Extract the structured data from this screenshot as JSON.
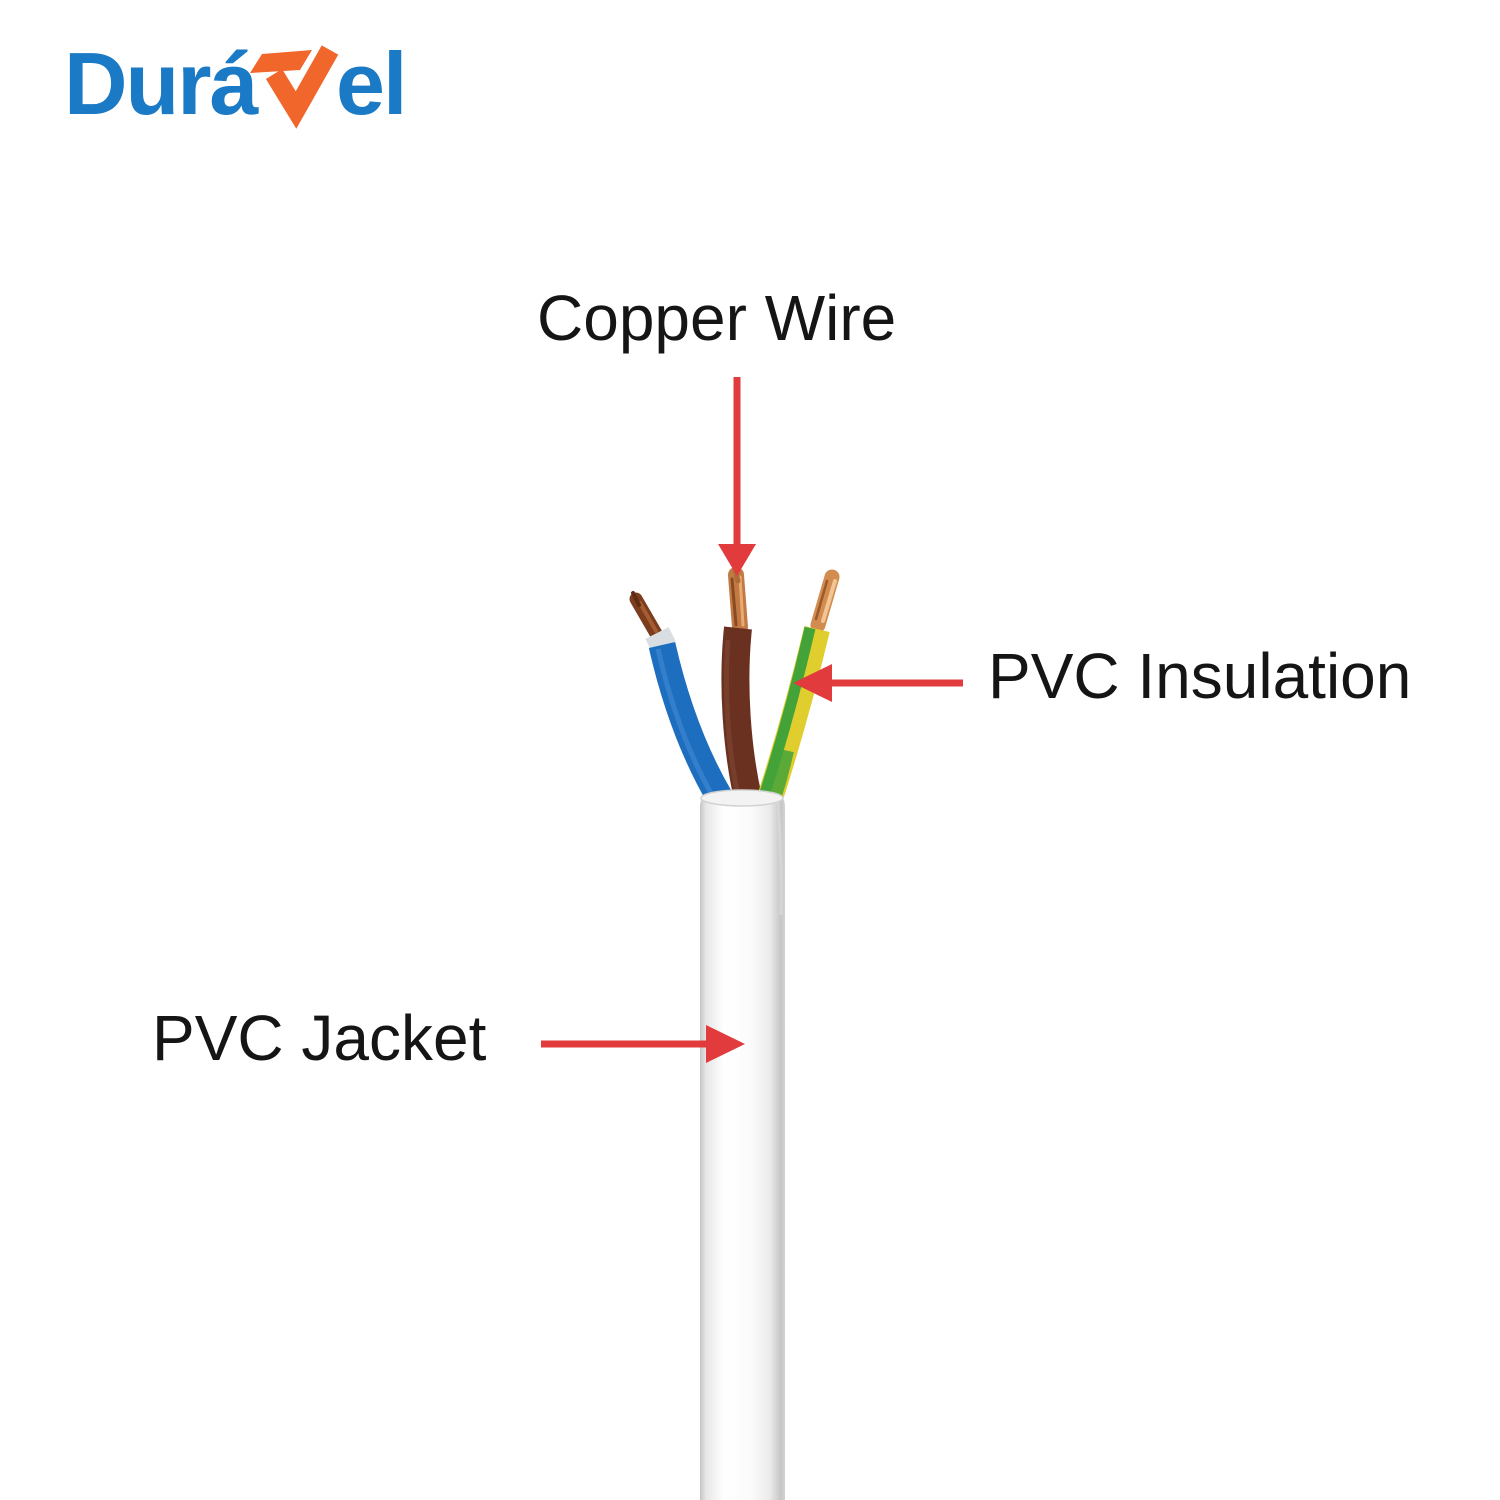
{
  "brand": {
    "name": "DuráVel",
    "text_before_mark": "Durá",
    "text_after_mark": "el",
    "blue": "#1a7ac5",
    "orange": "#f1662b"
  },
  "labels": {
    "copper_wire": "Copper Wire",
    "pvc_insulation": "PVC Insulation",
    "pvc_jacket": "PVC Jacket"
  },
  "colors": {
    "label_text": "#151515",
    "arrow_red": "#e13b3e",
    "wire_blue": "#1e6ebf",
    "wire_brown": "#6a3020",
    "earth_yellow": "#e0ce2e",
    "earth_green": "#43a339",
    "copper_bright": "#c27a44",
    "copper_dark": "#7b3d1e",
    "copper_light": "#d28c50",
    "jacket_white": "#fdfdfd",
    "jacket_shade": "#c9c9c9"
  }
}
